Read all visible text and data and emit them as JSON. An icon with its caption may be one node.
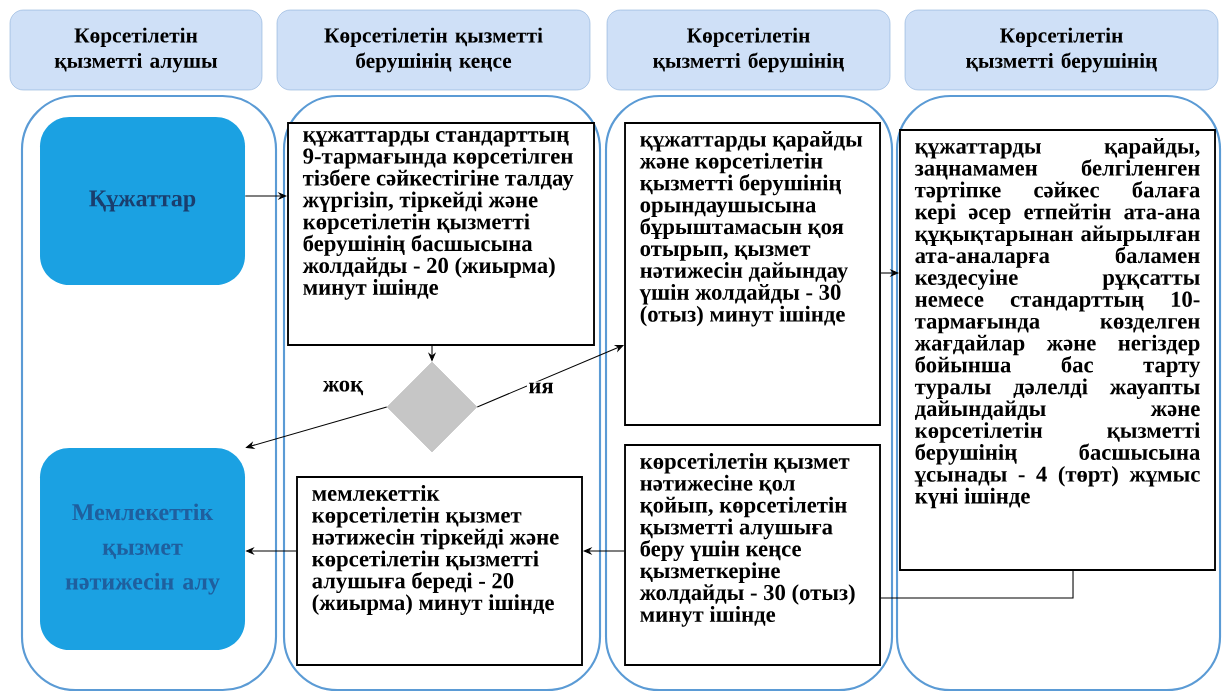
{
  "diagram": {
    "nodes": [
      {
        "text": [
          "Көрсетілетін қызметті алушы"
        ]
      },
      {
        "text": [
          "Көрсетілетін қызметті берушінің кеңсе"
        ]
      },
      {
        "text": [
          "Көрсетілетін қызметті берушінің"
        ]
      },
      {
        "text": [
          "Көрсетілетін қызметті берушінің"
        ]
      },
      {
        "text": [],
        "shape": "box"
      },
      {
        "text": [],
        "shape": "box"
      },
      {
        "text": [],
        "shape": "box"
      },
      {
        "text": [],
        "shape": "box"
      },
      {
        "text": [
          "Құжаттар"
        ],
        "in": 4
      },
      {
        "text": [
          "құжаттарды стандарттың 9-тармағында көрсетілген тізбеге сәйкестігіне талдау жүргізіп, тіркейді және көрсетілетін қызметті берушінің басшысына жолдайды - 20 (жиырма) минут ішінде"
        ],
        "in": 5
      },
      {
        "text": [],
        "shape": "diamond",
        "in": 5
      },
      {
        "text": [
          "құжаттарды қарайды және көрсетілетін қызметті берушінің орындаушысына бұрыштамасын қоя отырып, қызмет нәтижесін дайындау үшін жолдайды - 30 (отыз) минут ішінде"
        ],
        "in": 6
      },
      {
        "text": [
          "құжаттарды қарайды, заңнамамен белгіленген тәртіпке сәйкес балаға кері әсер етпейтін ата-ана құқықтарынан айырылған ата-аналарға баламен кездесуіне рұқсатты немесе стандарттың 10-тармағында көзделген жағдайлар және негіздер бойынша бас тарту туралы дәлелді жауапты дайындайды және көрсетілетін қызметті берушінің басшысына ұсынады - 4 (төрт) жұмыс күні ішінде"
        ],
        "in": 7
      },
      {
        "text": [
          "көрсетілетін қызмет нәтижесіне қол қойып, көрсетілетін қызметті алушыға беру үшін кеңсе қызметкеріне жолдайды - 30 (отыз) минут ішінде"
        ],
        "in": 6
      },
      {
        "text": [
          "мемлекеттік көрсетілетін қызмет нәтижесін тіркейді және көрсетілетін қызметті алушыға береді - 20 (жиырма) минут ішінде"
        ],
        "in": 5
      },
      {
        "text": [
          "Мемлекеттік қызмет нәтижесін алу"
        ],
        "in": 4
      }
    ],
    "edges": [
      {
        "from": 8,
        "to": 9,
        "arrow": "to"
      },
      {
        "from": 9,
        "to": 10,
        "arrow": "to"
      },
      {
        "from": 10,
        "to": 15,
        "arrow": "to",
        "label": "жоқ"
      },
      {
        "from": 10,
        "to": 11,
        "arrow": "to",
        "label": "ия"
      },
      {
        "from": 11,
        "to": 12,
        "arrow": "to"
      },
      {
        "from": 12,
        "to": 13,
        "arrow": "none"
      },
      {
        "from": 13,
        "to": 14,
        "arrow": "to"
      },
      {
        "from": 14,
        "to": 15,
        "arrow": "to"
      }
    ]
  }
}
